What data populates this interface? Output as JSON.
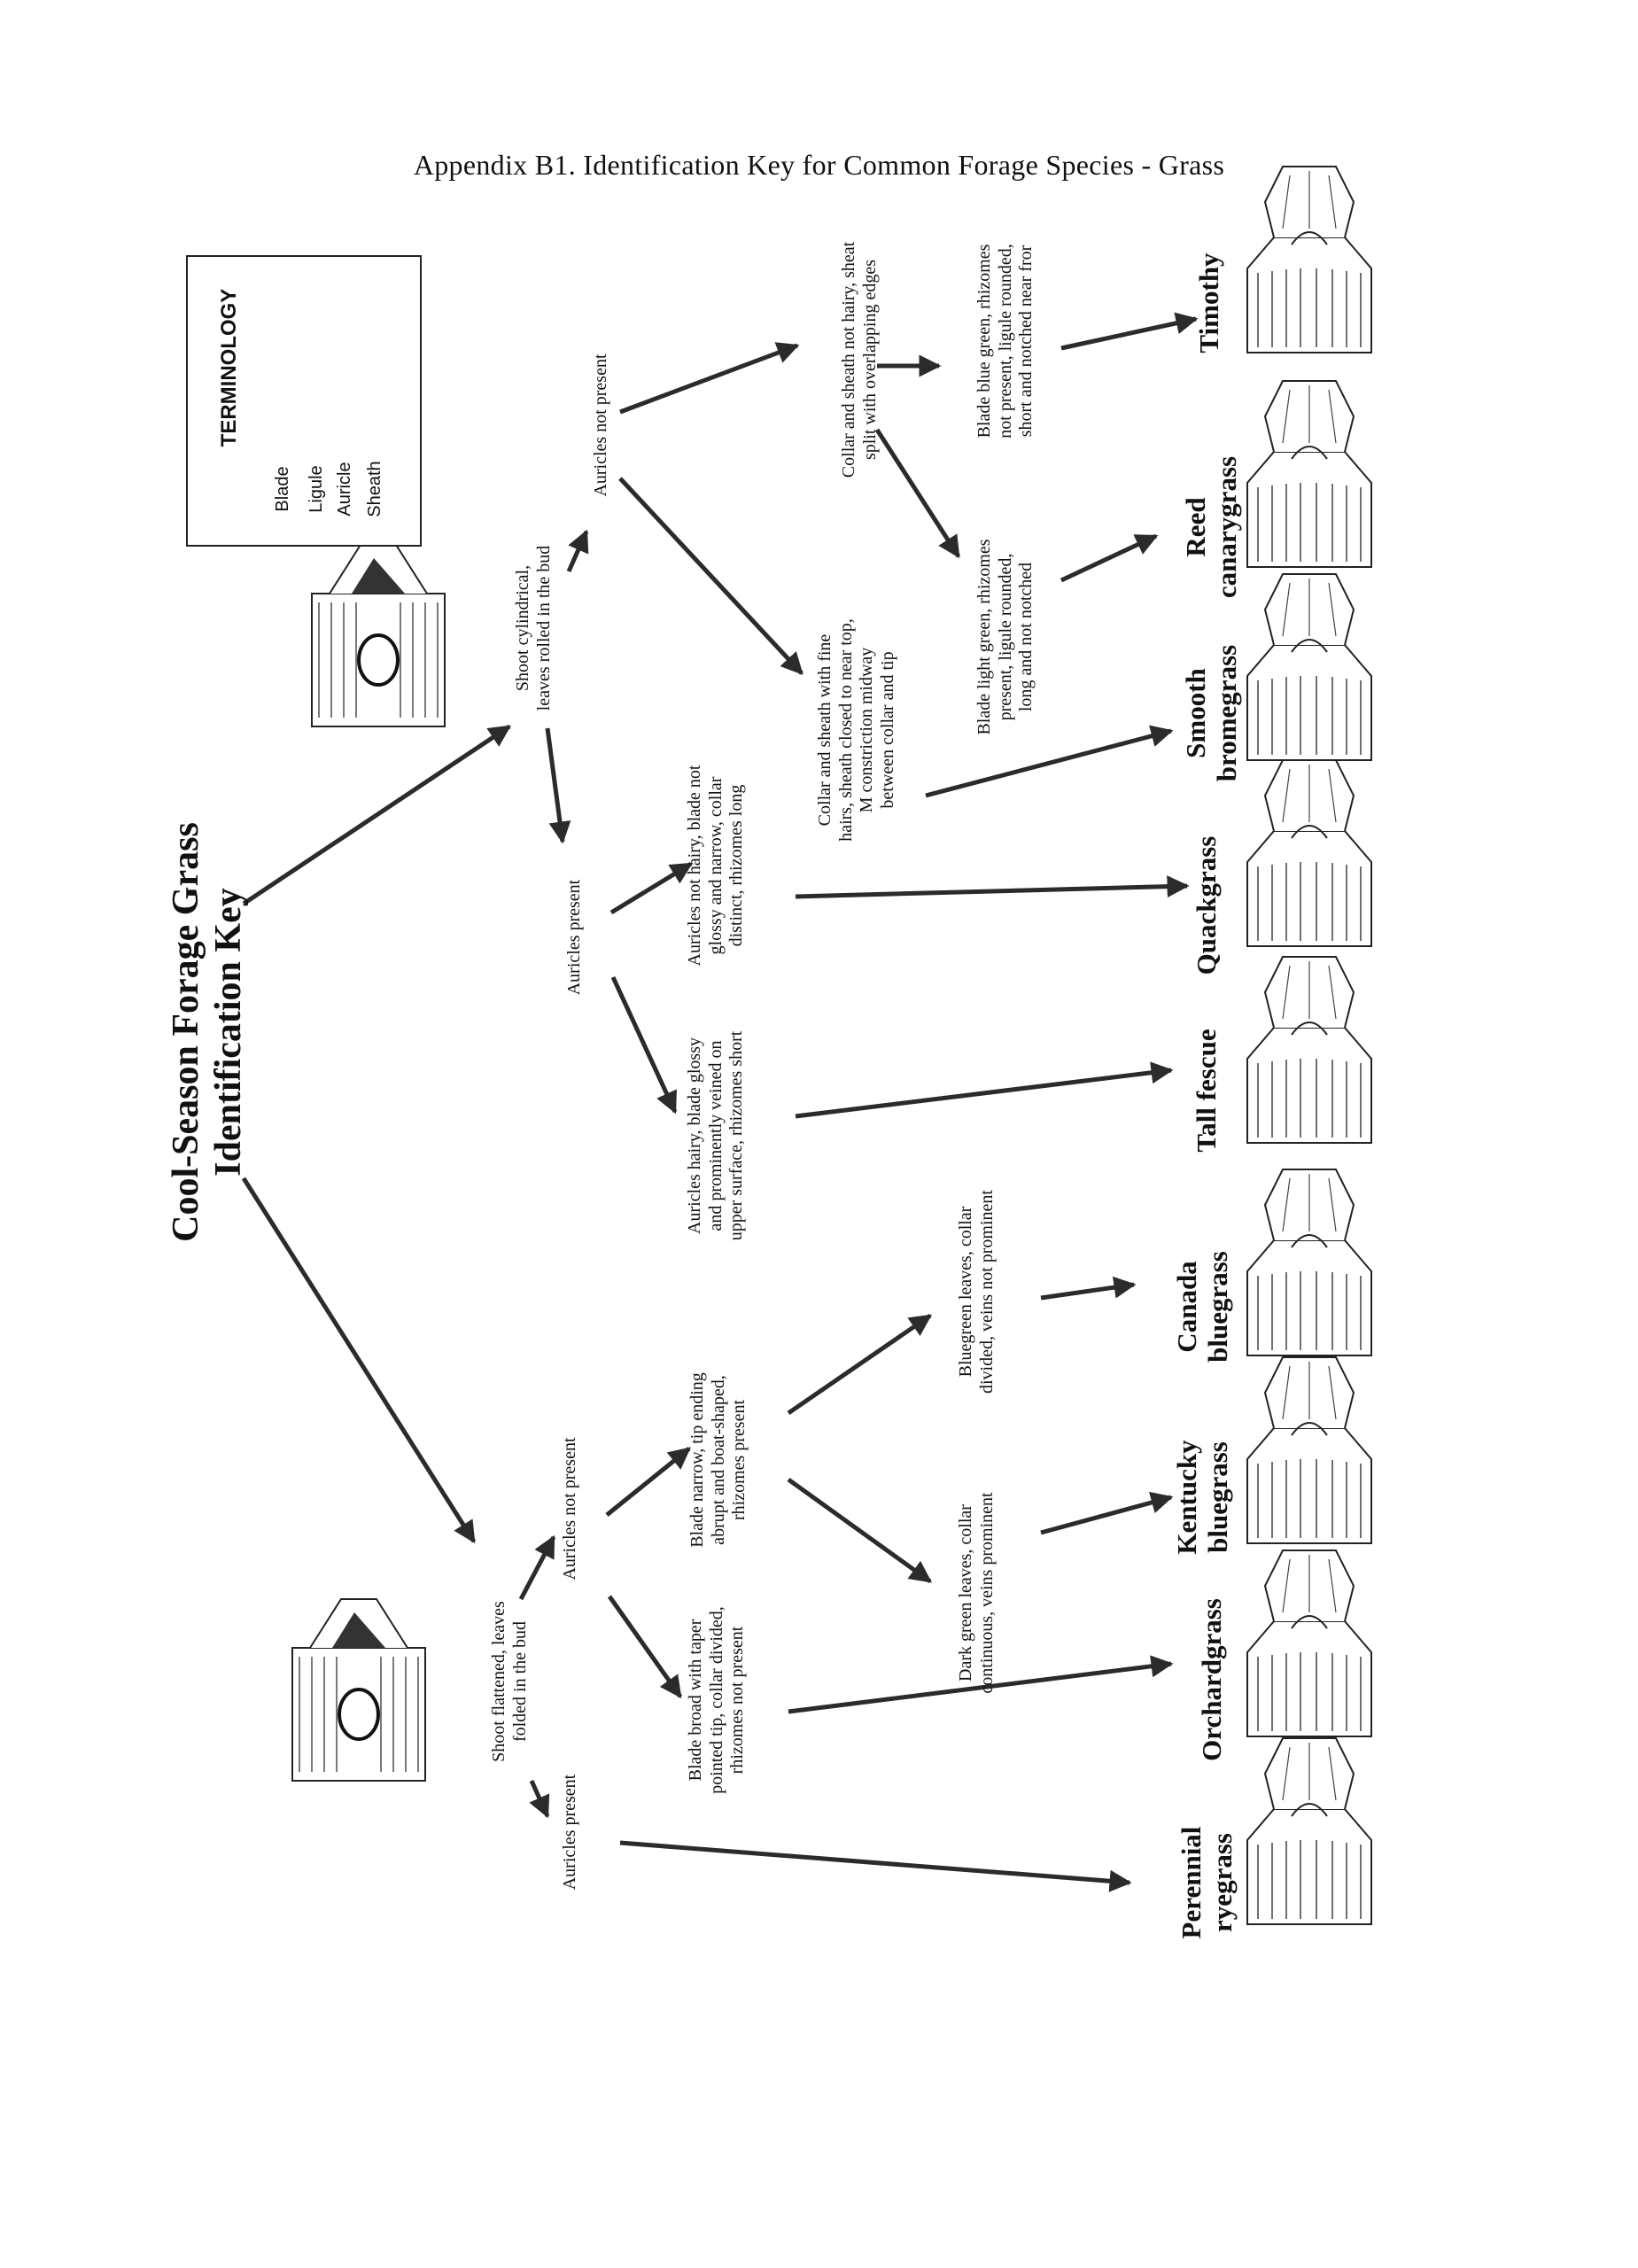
{
  "page_title": "Appendix B1. Identification Key for Common Forage Species - Grass",
  "key_title": [
    "Cool-Season Forage Grass",
    "Identification Key"
  ],
  "terminology": {
    "title": "TERMINOLOGY",
    "labels": [
      "Blade",
      "Ligule",
      "Auricle",
      "Sheath"
    ]
  },
  "nodes": {
    "shoot_cylindrical": [
      "Shoot cylindrical,",
      "leaves rolled in the bud"
    ],
    "shoot_flattened": [
      "Shoot flattened, leaves",
      "folded in the bud"
    ],
    "cyl_auricles_not_present": [
      "Auricles not present"
    ],
    "cyl_auricles_present": [
      "Auricles present"
    ],
    "flat_auricles_not_present": [
      "Auricles not present"
    ],
    "flat_auricles_present": [
      "Auricles present"
    ],
    "collar_not_hairy": [
      "Collar and sheath not hairy, sheat",
      "split with overlapping edges"
    ],
    "collar_fine_hairs": [
      "Collar and sheath with fine",
      "hairs, sheath closed to near top,",
      "M  constriction midway",
      "between collar and tip"
    ],
    "blade_blue_green": [
      "Blade blue green, rhizomes",
      "not present, ligule rounded,",
      "short and notched near fror"
    ],
    "blade_light_green": [
      "Blade light green, rhizomes",
      "present, ligule rounded,",
      "long and not notched"
    ],
    "auricles_not_hairy": [
      "Auricles not hairy, blade not",
      "glossy and narrow, collar",
      "distinct, rhizomes long"
    ],
    "auricles_hairy": [
      "Auricles hairy, blade glossy",
      "and prominently veined on",
      "upper surface, rhizomes short"
    ],
    "blade_narrow": [
      "Blade narrow, tip ending",
      "abrupt and boat-shaped,",
      "rhizomes present"
    ],
    "blade_broad": [
      "Blade broad with taper",
      "pointed tip, collar divided,",
      "rhizomes not present"
    ],
    "bluegreen_leaves": [
      "Bluegreen leaves, collar",
      "divided, veins not prominent"
    ],
    "dark_green_leaves": [
      "Dark green leaves, collar",
      "continuous, veins prominent"
    ]
  },
  "species": {
    "timothy": [
      "Timothy"
    ],
    "reed_canarygrass": [
      "Reed",
      "canarygrass"
    ],
    "smooth_bromegrass": [
      "Smooth",
      "bromegrass"
    ],
    "quackgrass": [
      "Quackgrass"
    ],
    "tall_fescue": [
      "Tall fescue"
    ],
    "canada_bluegrass": [
      "Canada",
      "bluegrass"
    ],
    "kentucky_bluegrass": [
      "Kentucky",
      "bluegrass"
    ],
    "orchardgrass": [
      "Orchardgrass"
    ],
    "perennial_ryegrass": [
      "Perennial",
      "ryegrass"
    ]
  },
  "colors": {
    "ink": "#111111",
    "arrow": "#2b2b2b",
    "paper": "#ffffff"
  }
}
